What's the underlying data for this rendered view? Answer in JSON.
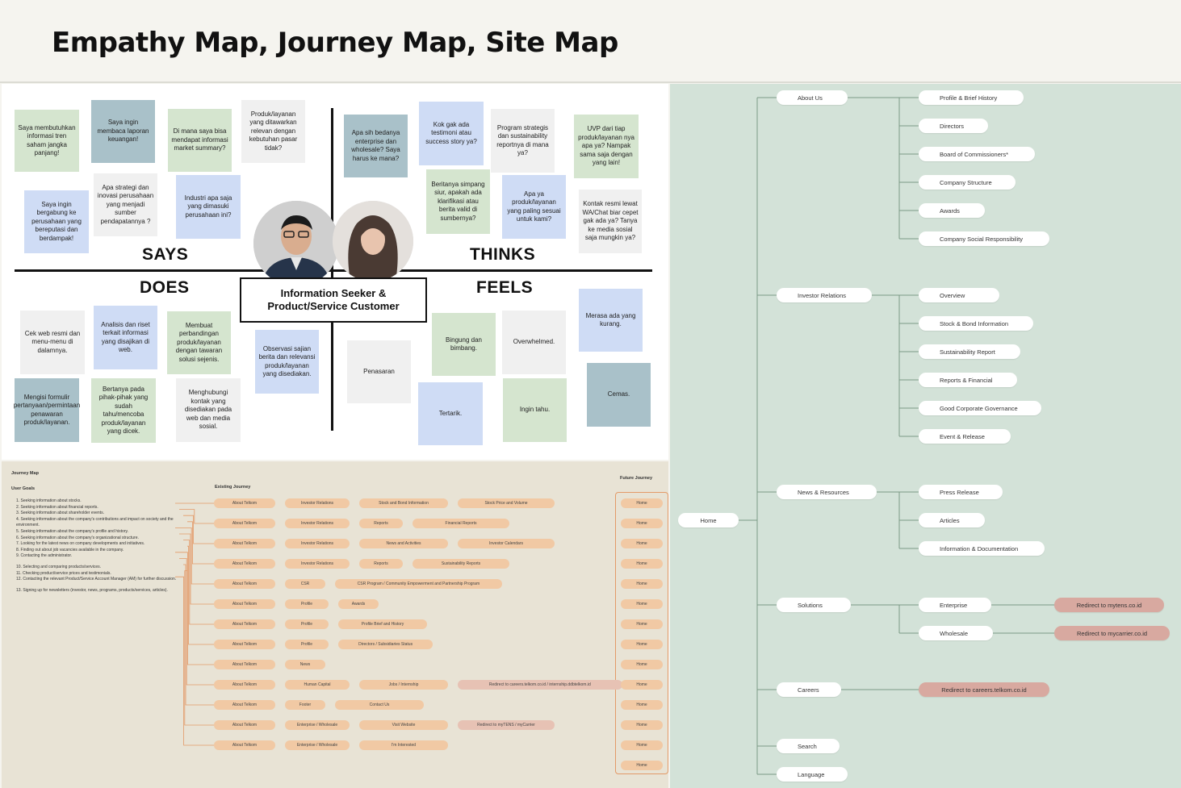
{
  "title": "Empathy Map, Journey Map, Site Map",
  "colors": {
    "green": "#d5e5cf",
    "teal": "#a9c1c9",
    "gray": "#f0f0f0",
    "blue": "#cfdcf5",
    "pill": "#f1c9a4",
    "redirect": "#d8a9a0",
    "sitemap_bg": "#d3e2d8"
  },
  "empathy": {
    "labels": {
      "says": "SAYS",
      "thinks": "THINKS",
      "does": "DOES",
      "feels": "FEELS"
    },
    "persona": {
      "line1": "Information Seeker &",
      "line2": "Product/Service Customer"
    },
    "says": [
      "Saya membutuhkan informasi tren saham jangka panjang!",
      "Saya ingin membaca laporan keuangan!",
      "Di mana saya bisa mendapat informasi market summary?",
      "Produk/layanan yang ditawarkan relevan dengan kebutuhan pasar tidak?",
      "Apa strategi dan inovasi perusahaan yang menjadi sumber pendapatannya ?",
      "Saya ingin bergabung ke perusahaan yang bereputasi dan berdampak!",
      "Industri apa saja yang dimasuki perusahaan ini?"
    ],
    "thinks": [
      "Apa sih bedanya enterprise dan wholesale? Saya harus ke mana?",
      "Kok gak ada testimoni atau success story ya?",
      "Program strategis dan sustainability reportnya di mana ya?",
      "UVP dari tiap produk/layanan nya apa ya? Nampak sama saja dengan yang lain!",
      "Beritanya simpang siur, apakah ada klarifikasi atau berita valid di sumbernya?",
      "Apa ya produk/layanan yang paling sesuai untuk kami?",
      "Kontak resmi lewat WA/Chat biar cepet gak ada ya? Tanya ke media sosial saja mungkin ya?"
    ],
    "does": [
      "Cek web resmi dan menu-menu di dalamnya.",
      "Analisis dan riset terkait informasi yang disajikan di web.",
      "Membuat perbandingan produk/layanan dengan tawaran solusi sejenis.",
      "Observasi sajian berita dan relevansi produk/layanan yang disediakan.",
      "Mengisi formulir pertanyaan/permintaan penawaran produk/layanan.",
      "Bertanya pada pihak-pihak yang sudah tahu/mencoba produk/layanan yang dicek.",
      "Menghubungi kontak yang disediakan pada web dan media sosial."
    ],
    "feels": [
      "Penasaran",
      "Bingung dan bimbang.",
      "Overwhelmed.",
      "Merasa ada yang kurang.",
      "Tertarik.",
      "Ingin tahu.",
      "Cemas."
    ]
  },
  "journey": {
    "title": "Journey Map",
    "user_goals_title": "User Goals",
    "existing_title": "Existing Journey",
    "future_title": "Future Journey",
    "goals": [
      "1.  Seeking information about stocks.",
      "2.  Seeking information about financial reports.",
      "3.  Seeking information about shareholder events.",
      "4.  Seeking information about the company's contributions and impact on society and the environment.",
      "5.  Seeking information about the company's profile and history.",
      "6.  Seeking information about the company's organizational structure.",
      "7.  Looking for the latest news on company developments and initiatives.",
      "8.  Finding out about job vacancies available in the company.",
      "9.  Contacting the administrator.",
      "10.  Selecting and comparing products/services.",
      "11.  Checking product/service prices and testimonials.",
      "12.  Contacting the relevant Product/Service Account Manager (AM) for further discussion.",
      "13.  Signing up for newsletters (investor, news, programs, products/services, articles)."
    ],
    "rows": [
      [
        "About Telkom",
        "Investor Relations",
        "Stock and Bond Information",
        "Stock Price and Volume"
      ],
      [
        "About Telkom",
        "Investor Relations",
        "Reports",
        "Financial Reports"
      ],
      [
        "About Telkom",
        "Investor Relations",
        "News and Activities",
        "Investor Calendars"
      ],
      [
        "About Telkom",
        "Investor Relations",
        "Reports",
        "Sustainability Reports"
      ],
      [
        "About Telkom",
        "CSR",
        "CSR Program / Community Empowerment and Partnership Program"
      ],
      [
        "About Telkom",
        "Profile",
        "Awards"
      ],
      [
        "About Telkom",
        "Profile",
        "Profile Brief and History"
      ],
      [
        "About Telkom",
        "Profile",
        "Directors / Subsidiaries Status"
      ],
      [
        "About Telkom",
        "News"
      ],
      [
        "About Telkom",
        "Human Capital",
        "Jobs / Internship",
        "Redirect to careers.telkom.co.id / internship.ddbtelkom.id"
      ],
      [
        "About Telkom",
        "Footer",
        "Contact Us"
      ],
      [
        "About Telkom",
        "Enterprise / Wholesale",
        "Visit Website",
        "Redirect to myTENS / myCarrier"
      ],
      [
        "About Telkom",
        "Enterprise / Wholesale",
        "I'm Interested"
      ]
    ],
    "future": [
      "Home",
      "Home",
      "Home",
      "Home",
      "Home",
      "Home",
      "Home",
      "Home",
      "Home",
      "Home",
      "Home",
      "Home",
      "Home",
      "Home"
    ]
  },
  "sitemap": {
    "home": "Home",
    "level1": [
      "About Us",
      "Investor Relations",
      "News & Resources",
      "Solutions",
      "Careers",
      "Search",
      "Language"
    ],
    "about_us": [
      "Profile & Brief History",
      "Directors",
      "Board of Commissioners*",
      "Company Structure",
      "Awards",
      "Company Social Responsibility"
    ],
    "investor_relations": [
      "Overview",
      "Stock & Bond Information",
      "Sustainability Report",
      "Reports & Financial",
      "Good Corporate Governance",
      "Event & Release"
    ],
    "news_resources": [
      "Press Release",
      "Articles",
      "Information & Documentation"
    ],
    "solutions": [
      "Enterprise",
      "Wholesale"
    ],
    "solutions_redirects": [
      "Redirect to mytens.co.id",
      "Redirect to mycarrier.co.id"
    ],
    "careers_redirect": "Redirect to careers.telkom.co.id"
  }
}
